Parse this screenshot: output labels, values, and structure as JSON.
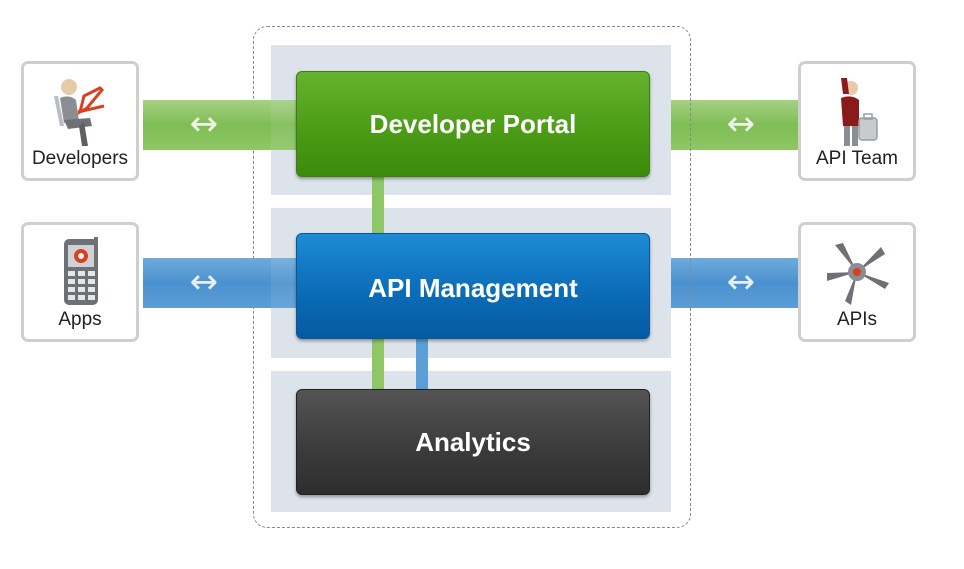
{
  "boxes": {
    "portal": "Developer Portal",
    "api": "API Management",
    "analytics": "Analytics"
  },
  "cards": {
    "developers": "Developers",
    "api_team": "API Team",
    "apps": "Apps",
    "apis": "APIs"
  },
  "arrows": {
    "symbol": "↔"
  },
  "colors": {
    "portal": "#4a9a15",
    "api": "#0a6ab6",
    "analytics": "#3a3a3a",
    "green_band": "#8fc766",
    "blue_band": "#5c9ed6",
    "panel": "#dde3eb",
    "accent_red": "#d9401f"
  },
  "icons": [
    "developer-person-icon",
    "traveler-person-icon",
    "mobile-phone-icon",
    "api-star-icon"
  ]
}
